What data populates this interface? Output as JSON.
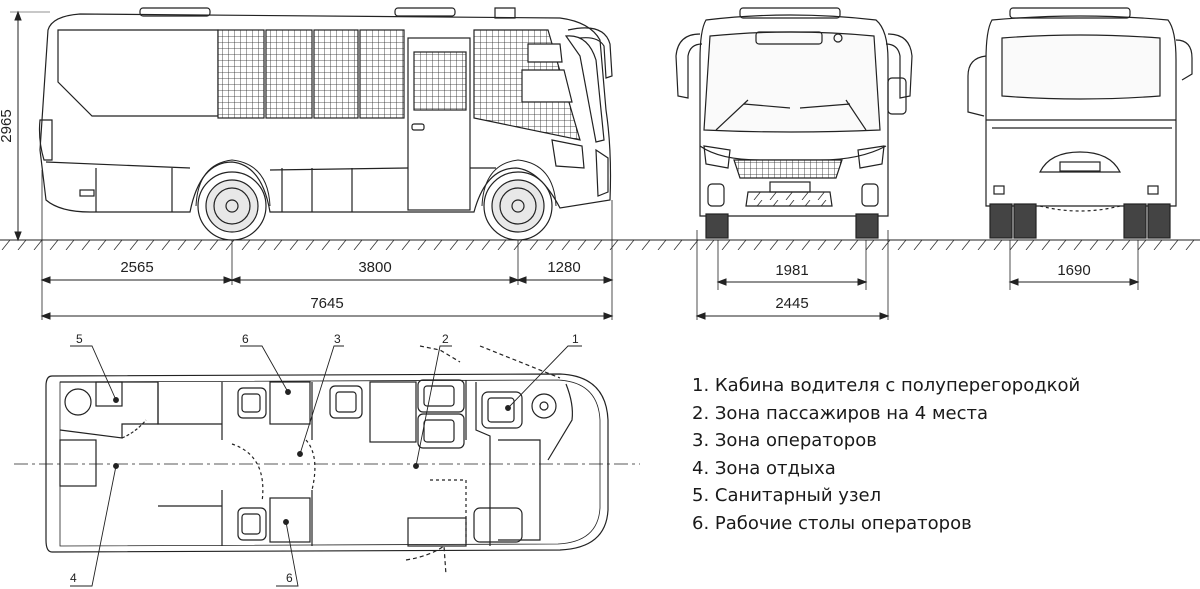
{
  "dimensions": {
    "height": "2965",
    "front_overhang": "2565",
    "wheelbase": "3800",
    "rear_overhang": "1280",
    "overall_length": "7645",
    "front_track": "1981",
    "overall_width": "2445",
    "rear_track": "1690"
  },
  "callouts": [
    "1",
    "2",
    "3",
    "4",
    "5",
    "6",
    "6"
  ],
  "legend": [
    "1. Кабина водителя с полуперегородкой",
    "2. Зона пассажиров на 4 места",
    "3. Зона операторов",
    "4. Зона отдыха",
    "5. Санитарный узел",
    "6. Рабочие столы операторов"
  ]
}
